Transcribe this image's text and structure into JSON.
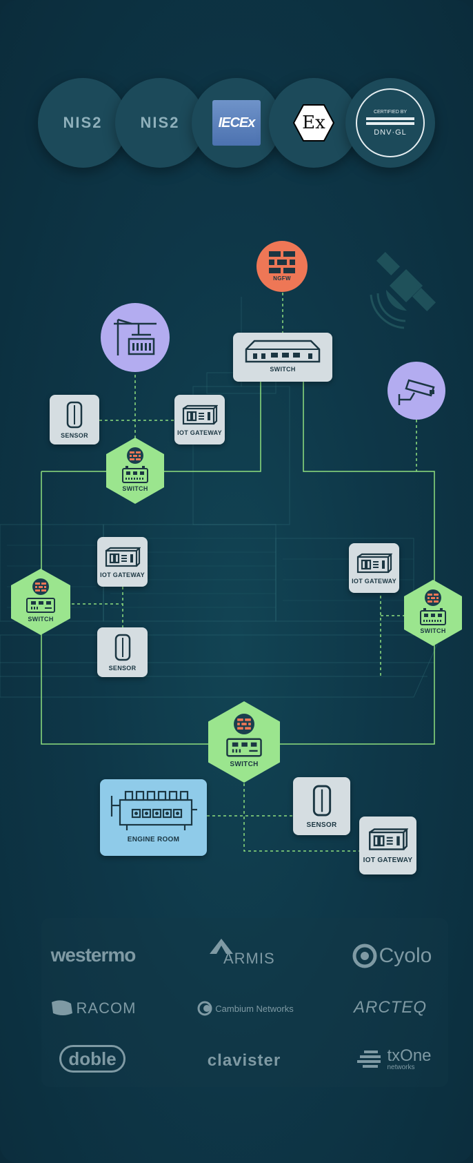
{
  "certifications": [
    {
      "name": "nis2-badge-1",
      "text": "NIS2"
    },
    {
      "name": "nis2-badge-2",
      "text": "NIS2"
    },
    {
      "name": "iecex-badge",
      "text": "IECEx"
    },
    {
      "name": "ex-badge",
      "text": "Ex"
    },
    {
      "name": "dnv-badge",
      "text": "DNV·GL",
      "subtext": "CERTIFIED BY"
    }
  ],
  "nodes": {
    "ngfw": "NGFW",
    "switch_top": "SWITCH",
    "sensor_1": "SENSOR",
    "iot_gateway_1": "IOT GATEWAY",
    "switch_hex_1": "SWITCH",
    "iot_gateway_2": "IOT GATEWAY",
    "switch_hex_left": "SWITCH",
    "sensor_2": "SENSOR",
    "iot_gateway_3": "IOT GATEWAY",
    "switch_hex_right": "SWITCH",
    "switch_hex_bottom": "SWITCH",
    "engine_room": "ENGINE ROOM",
    "sensor_3": "SENSOR",
    "iot_gateway_4": "IOT GATEWAY"
  },
  "icons": {
    "crane": "crane-container-icon",
    "camera": "security-camera-icon",
    "satellite": "satellite-icon",
    "firewall": "firewall-icon"
  },
  "colors": {
    "background": "#0e3748",
    "link_green": "#8fe07f",
    "hex_green": "#9be58e",
    "ngfw_orange": "#ee7756",
    "circle_purple": "#b3acf0",
    "tile_grey": "#d5dde1",
    "engine_blue": "#8fcbe9"
  },
  "partners": {
    "westermo": "westermo",
    "armis": "ARMIS",
    "cyolo": "Cyolo",
    "racom": "RACOM",
    "cambium": "Cambium Networks",
    "arcteq": "ARCTEQ",
    "doble": "doble",
    "clavister": "clavister",
    "txone": "txOne",
    "txone_sub": "networks"
  }
}
